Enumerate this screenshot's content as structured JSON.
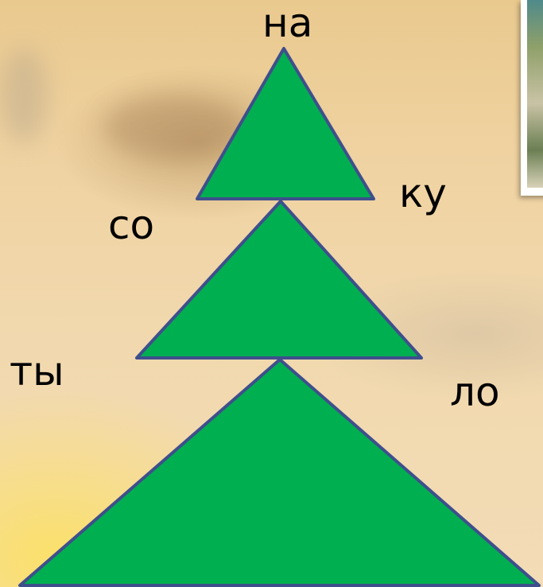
{
  "syllables": {
    "top": "на",
    "right_upper": "ку",
    "left_upper": "со",
    "left_lower": "ты",
    "right_lower": "ло"
  },
  "colors": {
    "tree_fill": "#00b050",
    "tree_stroke": "#3f4f8c"
  }
}
